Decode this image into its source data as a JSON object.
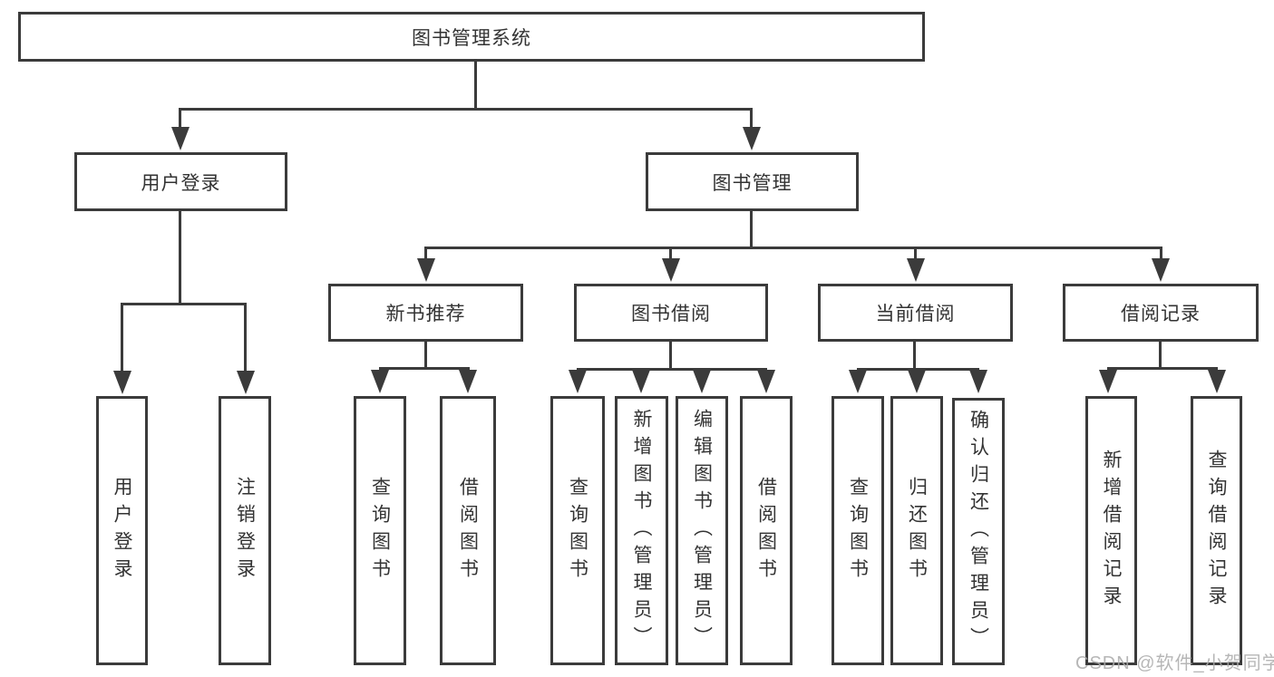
{
  "colors": {
    "line": "#3b3b3b",
    "text": "#333333",
    "watermark": "#aaaaaa",
    "background": "#ffffff"
  },
  "diagram": {
    "root": {
      "label": "图书管理系统"
    },
    "branches": [
      {
        "label": "用户登录",
        "children": [
          {
            "label": "用户登录"
          },
          {
            "label": "注销登录"
          }
        ]
      },
      {
        "label": "图书管理",
        "children": [
          {
            "label": "新书推荐",
            "children": [
              {
                "label": "查询图书"
              },
              {
                "label": "借阅图书"
              }
            ]
          },
          {
            "label": "图书借阅",
            "children": [
              {
                "label": "查询图书"
              },
              {
                "label": "新增图书（管理员）"
              },
              {
                "label": "编辑图书（管理员）"
              },
              {
                "label": "借阅图书"
              }
            ]
          },
          {
            "label": "当前借阅",
            "children": [
              {
                "label": "查询图书"
              },
              {
                "label": "归还图书"
              },
              {
                "label": "确认归还（管理员）"
              }
            ]
          },
          {
            "label": "借阅记录",
            "children": [
              {
                "label": "新增借阅记录"
              },
              {
                "label": "查询借阅记录"
              }
            ]
          }
        ]
      }
    ]
  },
  "watermark": {
    "text": "CSDN @软件_小贺同学"
  }
}
